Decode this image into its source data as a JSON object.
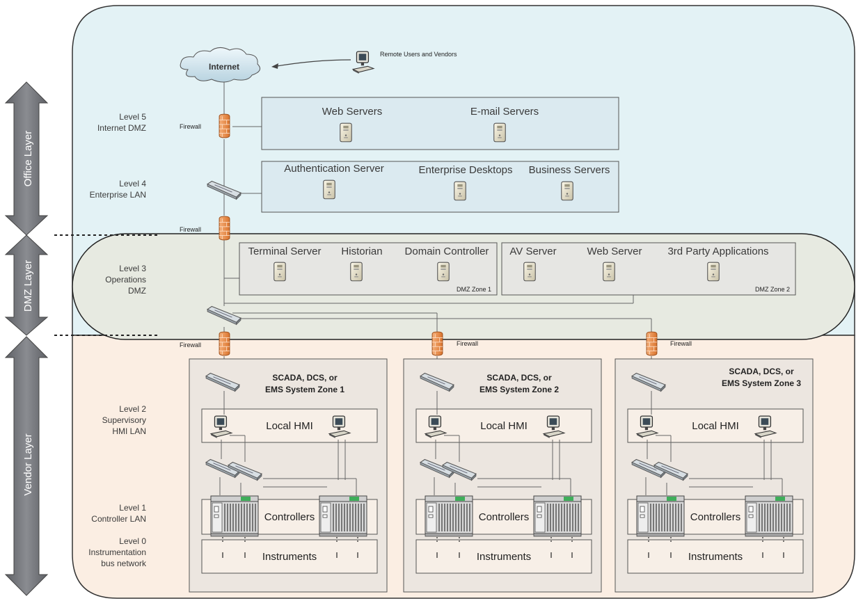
{
  "internet": "Internet",
  "remote_users": "Remote Users and Vendors",
  "firewall_label": "Firewall",
  "side_layers": {
    "office": "Office Layer",
    "dmz": "DMZ Layer",
    "vendor": "Vendor Layer"
  },
  "levels": {
    "l5": [
      "Level 5",
      "Internet DMZ"
    ],
    "l4": [
      "Level 4",
      "Enterprise LAN"
    ],
    "l3": [
      "Level 3",
      "Operations",
      "DMZ"
    ],
    "l2": [
      "Level 2",
      "Supervisory",
      "HMI LAN"
    ],
    "l1": [
      "Level 1",
      "Controller LAN"
    ],
    "l0": [
      "Level 0",
      "Instrumentation",
      "bus network"
    ]
  },
  "l5_servers": [
    "Web Servers",
    "E-mail Servers"
  ],
  "l4_servers": [
    "Authentication Server",
    "Enterprise Desktops",
    "Business Servers"
  ],
  "dmz_zone1": {
    "servers": [
      "Terminal Server",
      "Historian",
      "Domain Controller"
    ],
    "label": "DMZ Zone 1"
  },
  "dmz_zone2": {
    "servers": [
      "AV Server",
      "Web Server",
      "3rd Party Applications"
    ],
    "label": "DMZ Zone 2"
  },
  "zones": [
    {
      "title1": "SCADA, DCS, or",
      "title2": "EMS System  Zone 1",
      "hmi": "Local HMI",
      "controllers": "Controllers",
      "instruments": "Instruments"
    },
    {
      "title1": "SCADA, DCS, or",
      "title2": "EMS System Zone 2",
      "hmi": "Local HMI",
      "controllers": "Controllers",
      "instruments": "Instruments"
    },
    {
      "title1": "SCADA, DCS, or",
      "title2": "EMS System Zone 3",
      "hmi": "Local HMI",
      "controllers": "Controllers",
      "instruments": "Instruments"
    }
  ]
}
